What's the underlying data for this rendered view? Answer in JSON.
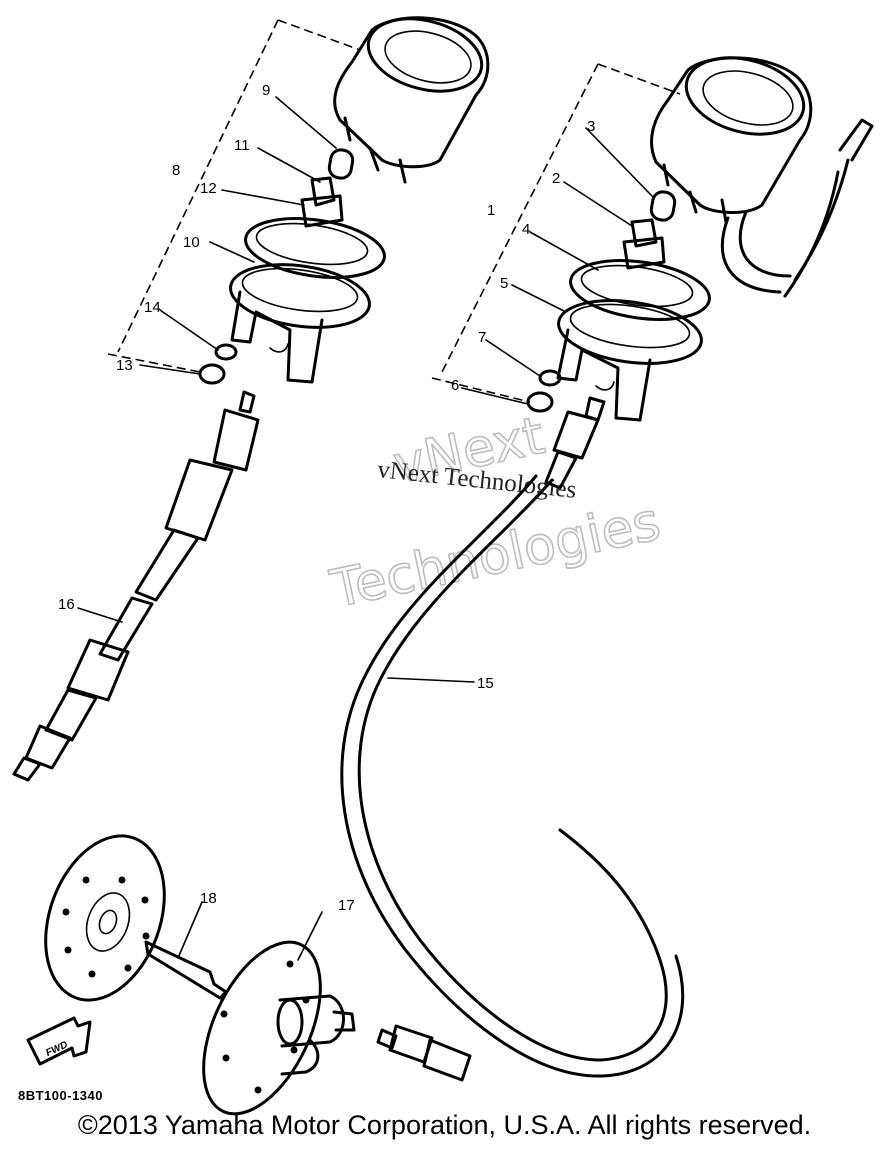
{
  "callouts": [
    {
      "id": "1",
      "label": "1"
    },
    {
      "id": "2",
      "label": "2"
    },
    {
      "id": "3",
      "label": "3"
    },
    {
      "id": "4",
      "label": "4"
    },
    {
      "id": "5",
      "label": "5"
    },
    {
      "id": "6",
      "label": "6"
    },
    {
      "id": "7",
      "label": "7"
    },
    {
      "id": "8",
      "label": "8"
    },
    {
      "id": "9",
      "label": "9"
    },
    {
      "id": "10",
      "label": "10"
    },
    {
      "id": "11",
      "label": "11"
    },
    {
      "id": "12",
      "label": "12"
    },
    {
      "id": "13",
      "label": "13"
    },
    {
      "id": "14",
      "label": "14"
    },
    {
      "id": "15",
      "label": "15"
    },
    {
      "id": "16",
      "label": "16"
    },
    {
      "id": "17",
      "label": "17"
    },
    {
      "id": "18",
      "label": "18"
    }
  ],
  "diagram_code": "8BT100-1340",
  "fwd_label": "FWD",
  "watermark": {
    "large_line1": "vNext",
    "large_line2": "Technologies",
    "small": "vNext Technologies"
  },
  "copyright": "©2013 Yamaha Motor Corporation, U.S.A. All rights reserved."
}
